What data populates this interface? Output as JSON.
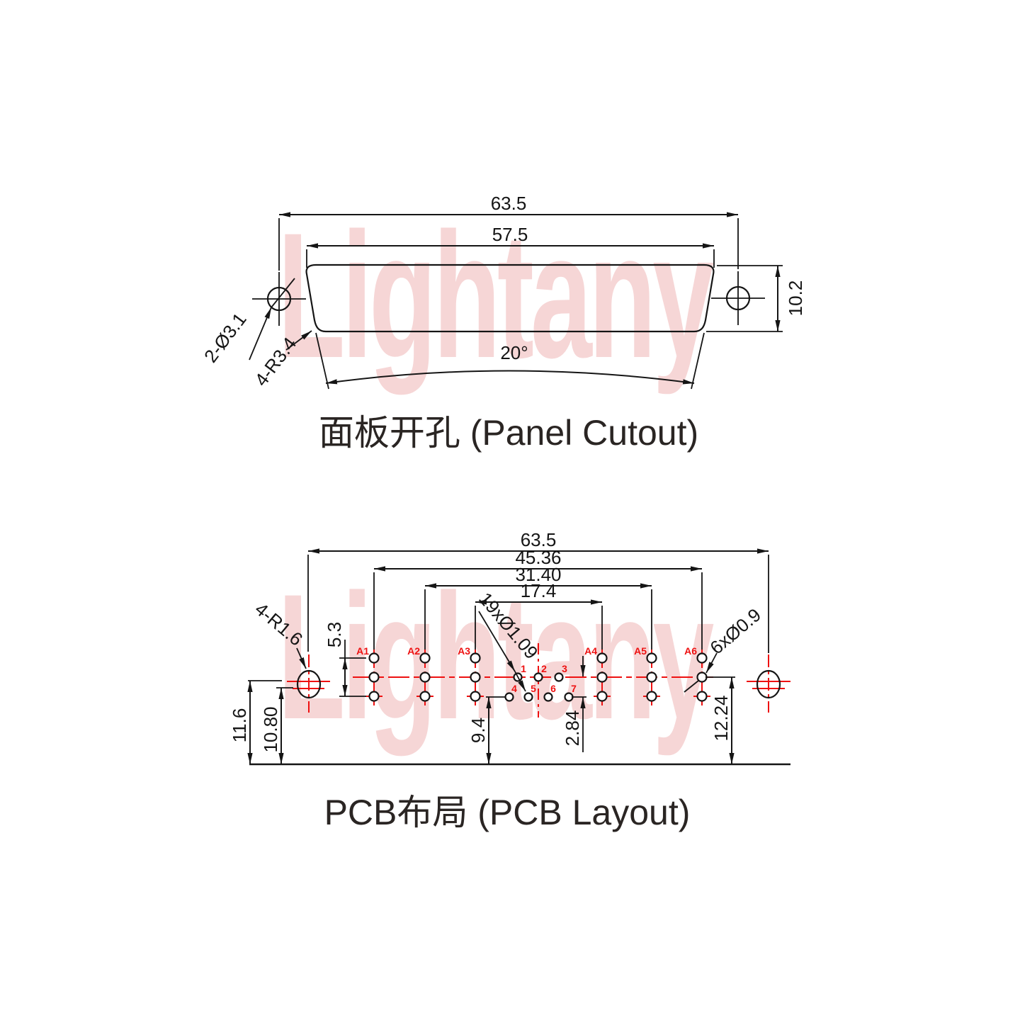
{
  "watermark": {
    "text": "Lightany"
  },
  "panel_cutout": {
    "title": "面板开孔 (Panel Cutout)",
    "dims": {
      "outer_width": "63.5",
      "cutout_width": "57.5",
      "cutout_height": "10.2",
      "side_angle": "20°",
      "mount_holes": "2-Ø3.1",
      "corner_radius": "4-R3.4"
    }
  },
  "pcb_layout": {
    "title": "PCB布局 (PCB Layout)",
    "dims": {
      "outer_width": "63.5",
      "span_a1_a6": "45.36",
      "span_a2_a5": "31.40",
      "span_a3_a4": "17.4",
      "row_span": "5.3",
      "row_offset": "2.84",
      "low_row_to_edge": "9.4",
      "hole_upper_to_edge": "11.6",
      "hole_lower_to_edge": "10.80",
      "center_to_edge": "12.24"
    },
    "labels": {
      "signal_holes": "19xØ1.09",
      "coax_holes": "6xØ0.9",
      "mount_radius": "4-R1.6"
    },
    "pin_labels": [
      "A1",
      "A2",
      "A3",
      "A4",
      "A5",
      "A6"
    ],
    "small_pin_labels": [
      "1",
      "2",
      "3",
      "4",
      "5",
      "6",
      "7"
    ]
  },
  "colors": {
    "line_black": "#151515",
    "accent_red": "#ee1111",
    "watermark_pink": "#f6d6d6"
  }
}
